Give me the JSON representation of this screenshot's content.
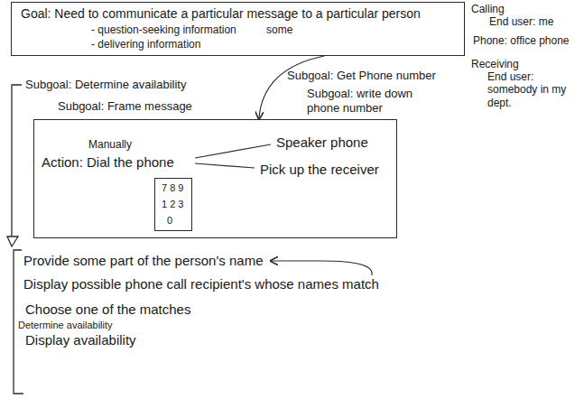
{
  "diagram": {
    "nodes": [
      {
        "text": [
          "Goal: Need to communicate a particular message to a particular person",
          "- question-seeking information",
          "some",
          "- delivering information"
        ]
      },
      {
        "text": [
          "Manually",
          "Action: Dial the phone",
          "Speaker phone",
          "Pick up the receiver"
        ]
      },
      {
        "text": [
          "7 8 9",
          "1 2 3",
          "0"
        ],
        "in": 1
      }
    ],
    "edges": [
      {
        "from": 0,
        "to": 1,
        "arrow": "to"
      }
    ],
    "labels": [
      "Calling",
      "End user: me",
      "Phone: office phone",
      "Receiving",
      "End user: somebody in my dept.",
      "Subgoal: Determine availability",
      "Subgoal: Frame message",
      "Subgoal: Get Phone number",
      "Subgoal: write down phone number",
      "Provide some part of the person's name",
      "Display possible phone call recipient's whose names match",
      "Choose one of the matches",
      "Determine availability",
      "Display availability"
    ]
  }
}
